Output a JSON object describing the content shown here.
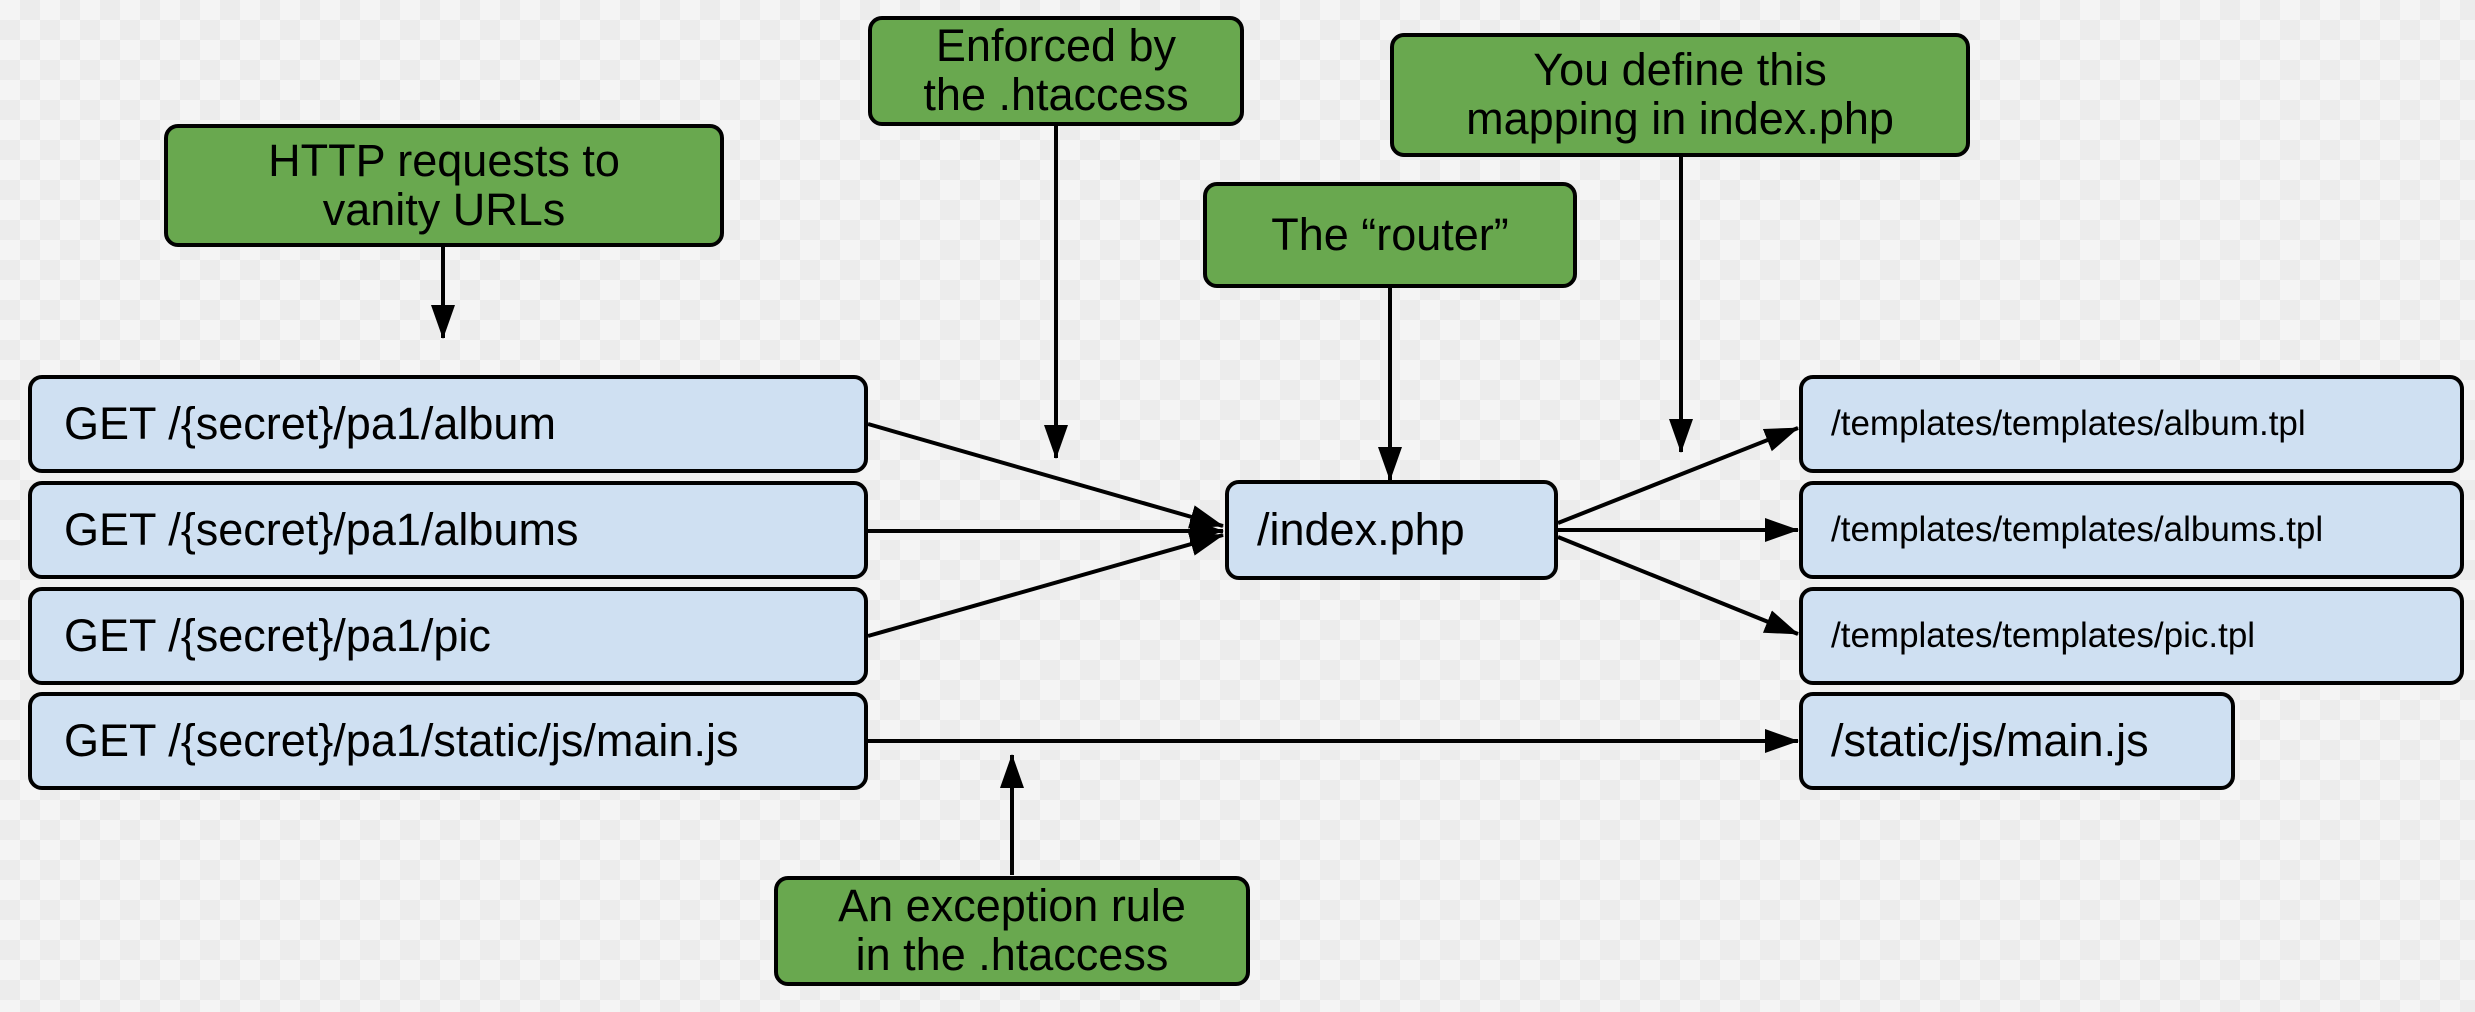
{
  "notes": {
    "http_requests": [
      "HTTP requests to",
      "vanity URLs"
    ],
    "enforced": [
      "Enforced by",
      "the .htaccess"
    ],
    "router": [
      "The “router”"
    ],
    "mapping": [
      "You define this",
      "mapping in index.php"
    ],
    "exception": [
      "An exception rule",
      "in the .htaccess"
    ]
  },
  "requests": [
    "GET /{secret}/pa1/album",
    "GET /{secret}/pa1/albums",
    "GET /{secret}/pa1/pic",
    "GET /{secret}/pa1/static/js/main.js"
  ],
  "router_file": "/index.php",
  "targets": [
    "/templates/templates/album.tpl",
    "/templates/templates/albums.tpl",
    "/templates/templates/pic.tpl",
    "/static/js/main.js"
  ],
  "colors": {
    "note_fill": "#69a84f",
    "box_fill": "#cfe0f2",
    "stroke": "#000000"
  }
}
